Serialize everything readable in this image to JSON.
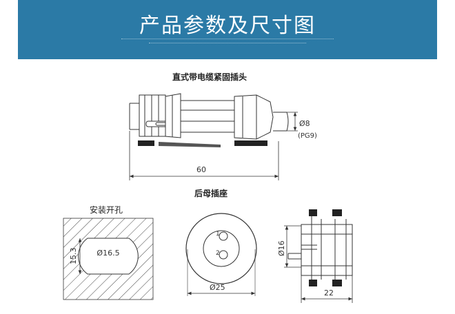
{
  "banner": {
    "title": "产品参数及尺寸图"
  },
  "plug": {
    "title": "直式带电缆紧固插头",
    "dia_label": "Ø8",
    "pg_label": "(PG9)",
    "length_label": "60"
  },
  "socket": {
    "title": "后母插座",
    "panel_hole": {
      "title": "安装开孔",
      "dia_label": "Ø16.5",
      "flat_label": "15.3"
    },
    "front": {
      "dia_label": "Ø25",
      "pin1": "1",
      "pin2": "2"
    },
    "side": {
      "dia_label": "Ø16",
      "length_label": "22"
    }
  },
  "colors": {
    "banner": "#2b7aa6",
    "line": "#333333",
    "dark_part": "#222222"
  }
}
